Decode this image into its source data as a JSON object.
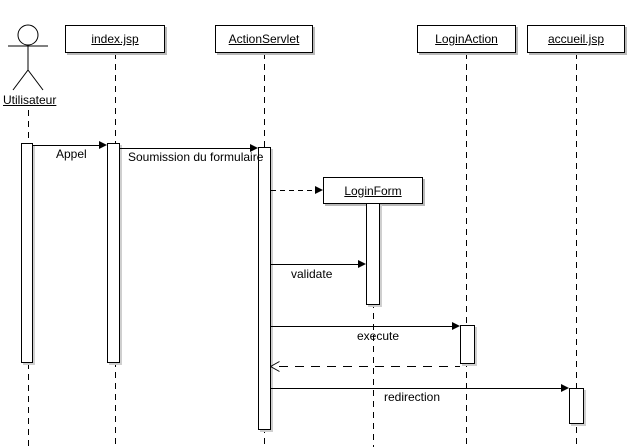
{
  "diagram": {
    "title": "sequence-diagram",
    "actor": {
      "label": "Utilisateur"
    },
    "lifelines": [
      {
        "label": "index.jsp"
      },
      {
        "label": "ActionServlet"
      },
      {
        "label": "LoginAction"
      },
      {
        "label": "accueil.jsp"
      },
      {
        "label": "LoginForm"
      }
    ],
    "messages": [
      {
        "label": "Appel",
        "from": "Utilisateur",
        "to": "index.jsp",
        "style": "solid"
      },
      {
        "label": "Soumission du formulaire",
        "from": "index.jsp",
        "to": "ActionServlet",
        "style": "solid"
      },
      {
        "label": "",
        "from": "ActionServlet",
        "to": "LoginForm",
        "style": "dashed-create"
      },
      {
        "label": "validate",
        "from": "ActionServlet",
        "to": "LoginForm",
        "style": "solid"
      },
      {
        "label": "execute",
        "from": "ActionServlet",
        "to": "LoginAction",
        "style": "solid"
      },
      {
        "label": "",
        "from": "LoginAction",
        "to": "ActionServlet",
        "style": "dashed-return"
      },
      {
        "label": "redirection",
        "from": "ActionServlet",
        "to": "accueil.jsp",
        "style": "solid"
      }
    ],
    "colors": {
      "line": "#000000",
      "background": "#ffffff",
      "shadow": "#b9b9b9"
    }
  }
}
